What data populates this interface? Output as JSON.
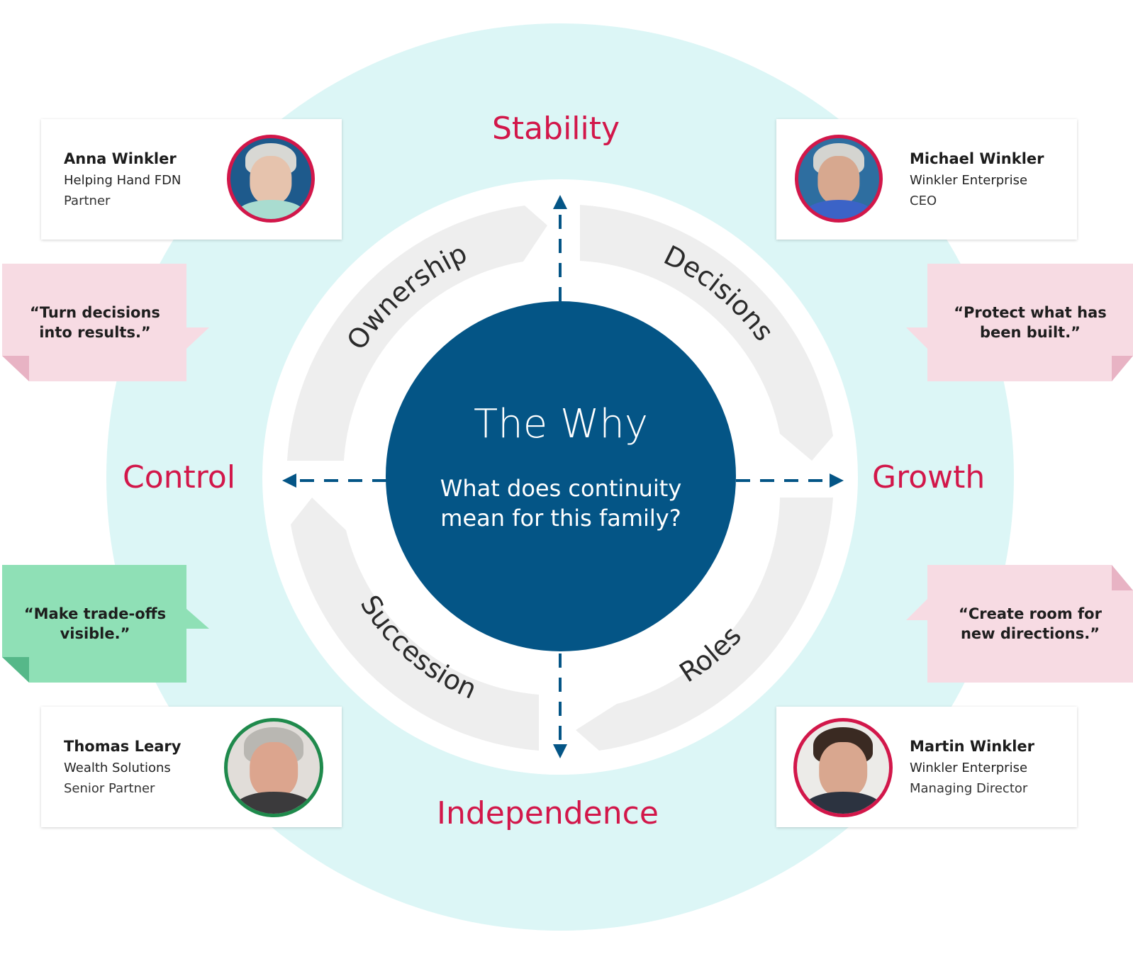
{
  "center": {
    "title": "The Why",
    "question": "What does continuity mean for this family?"
  },
  "axes": {
    "top": "Stability",
    "left": "Control",
    "right": "Growth",
    "bottom": "Independence"
  },
  "cycle_steps": [
    "Ownership",
    "Decisions",
    "Roles",
    "Succession"
  ],
  "people": [
    {
      "name": "Anna Winkler",
      "organization": "Helping Hand FDN",
      "role": "Partner",
      "ring_color": "#d2174a"
    },
    {
      "name": "Michael Winkler",
      "organization": "Winkler Enterprise",
      "role": "CEO",
      "ring_color": "#d2174a"
    },
    {
      "name": "Thomas Leary",
      "organization": "Wealth Solutions",
      "role": "Senior Partner",
      "ring_color": "#1f8a4c"
    },
    {
      "name": "Martin Winkler",
      "organization": "Winkler Enterprise",
      "role": "Managing Director",
      "ring_color": "#d2174a"
    }
  ],
  "quotes": [
    {
      "line1": "“Turn decisions",
      "line2": "into results.”",
      "color": "#f7dbe3"
    },
    {
      "line1": "“Protect what has",
      "line2": "been built.”",
      "color": "#f7dbe3"
    },
    {
      "line1": "“Make trade-offs",
      "line2": "visible.”",
      "color": "#8fe0b6"
    },
    {
      "line1": "“Create room for",
      "line2": "new directions.”",
      "color": "#f7dbe3"
    }
  ],
  "colors": {
    "accent": "#d2174a",
    "center_fill": "#045586",
    "outer_ring": "#dcf6f6",
    "arc_band": "#eeeeee",
    "advisor_ring": "#1f8a4c"
  }
}
